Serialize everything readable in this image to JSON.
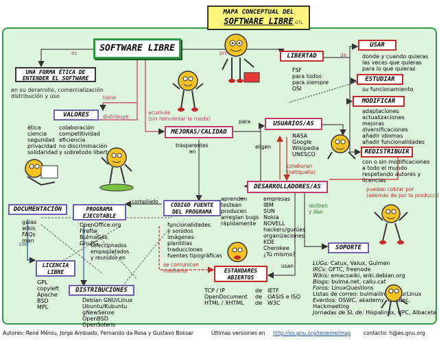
{
  "title": {
    "line1": "MAPA CONCEPTUAL DEL",
    "line2": "SOFTWARE LIBRE",
    "badge": "GTL"
  },
  "nodes": {
    "software_libre": "SOFTWARE LIBRE",
    "forma_etica": [
      "UNA FORMA ÉTICA DE",
      "ENTENDER EL SOFTWARE"
    ],
    "valores": "VALORES",
    "libertad": "LIBERTAD",
    "usar": "USAR",
    "estudiar": "ESTUDIAR",
    "modificar": "MODIFICAR",
    "redistribuir": "REDISTRIBUIR",
    "mejoras": "MEJORAS/CALIDAD",
    "usuarios": "USUARIOS/AS",
    "desarrolladores": "DESARROLLADORES/AS",
    "documentacion": "DOCUMENTACIÓN",
    "programa": [
      "PROGRAMA",
      "EJECUTABLE"
    ],
    "codigo": [
      "CÓDIGO FUENTE",
      "DEL PROGRAMA"
    ],
    "licencia": [
      "LICENCIA",
      "LIBRE"
    ],
    "distribuciones": "DISTRIBUCIONES",
    "estandares": [
      "ESTÁNDARES",
      "ABIERTOS"
    ],
    "soporte": "SOPORTE"
  },
  "link_labels": {
    "es": "es",
    "provee": "provee",
    "de": "de",
    "tiene": "tiene",
    "distribuye": "distribuye",
    "acumula": [
      "acumula",
      "(sin reinventar la rueda)"
    ],
    "para": "para",
    "elligen": "eligen",
    "trasparentes": [
      "trasparentes",
      "en"
    ],
    "compilado": "compilado",
    "colaboran": [
      "colaboran",
      "(netiqueta)"
    ],
    "pueden_cobrar": [
      "pueden cobrar por",
      "(además de por la producción)"
    ],
    "reciben": [
      "reciben",
      "y dan"
    ],
    "con": "con",
    "seleccionados": [
      "seleccionados",
      "empaquetados",
      "y reunidos en"
    ],
    "se_comunican": [
      "se comunican",
      "mediante"
    ],
    "usan": "usan"
  },
  "texts": {
    "forma_etica_desc": [
      "en su derarrollo, comercialización",
      "distribución y uso"
    ],
    "valores_left": [
      "ética",
      "ciencia",
      "seguridad",
      "privacidad",
      "solidaridad"
    ],
    "valores_right": [
      "colaboración",
      "competitividad",
      "eficiencia",
      "no discriminación",
      "y sobretodo libertad"
    ],
    "libertad_fsf": [
      "FSF",
      "para todos",
      "para siempre",
      "OSI"
    ],
    "usar_desc": [
      "donde y cuando quieras",
      "las veces que quieras",
      "para lo que quieras"
    ],
    "estudiar_desc": [
      "su funcionamiento"
    ],
    "modificar_desc": [
      "adaptaciones",
      "actualizaciones",
      "mejoras",
      "diversificaciones",
      "añadir idiomas",
      "añadir funcionalidades"
    ],
    "redistribuir_desc": [
      "con o sin modificaciones",
      "a todo el mundo",
      "respetando autores y licencias"
    ],
    "usuarios_desc": [
      "NASA",
      "Google",
      "Wikipedia",
      "UNESCO"
    ],
    "dev_left": [
      "aprenden",
      "testean",
      "producen",
      "arreglan bugs",
      "rápidamente"
    ],
    "dev_right": [
      "empresas",
      "IBM",
      "SUN",
      "Nokia",
      "NOVELL",
      "hackers/gurúes",
      "organizaciones",
      "KDE",
      "Cherokee",
      "¿Tú mismo?"
    ],
    "documentacion_desc": [
      "guías",
      "wikis",
      "FAQs",
      "man"
    ],
    "programa_desc": [
      "OpenOffice.org",
      "Firefox",
      "BulmaGés",
      "GnuPG"
    ],
    "codigo_desc": [
      "funcionalidades",
      "y sonidos",
      "imágenes",
      "plantillas",
      "traducciones",
      "fuentes tipográficas"
    ],
    "licencia_desc": [
      "GPL",
      "copyleft",
      "Apache",
      "BSD",
      "MPL"
    ],
    "distribuciones_desc": [
      "Debian GNU/Linux",
      "Ubuntu/Kubuntu",
      "gNewSense",
      "OpenBSD",
      "OpenSolaris"
    ],
    "estandares_left": [
      "TCP / IP",
      "OpenDocument",
      "HTML / XHTML"
    ],
    "estandares_mid": [
      "de",
      "de",
      "de"
    ],
    "estandares_right": [
      "IETF",
      "OASIS e ISO",
      "W3C"
    ],
    "soporte_rows": [
      {
        "k": "LUGs:",
        "v": "Catux, Valux, Gulmen"
      },
      {
        "k": "IRCs:",
        "v": "OFTC, freenode"
      },
      {
        "k": "Wikis:",
        "v": "emacswiki, wiki.debian.org"
      },
      {
        "k": "Blogs:",
        "v": "bulma.net, caliu.cat"
      },
      {
        "k": "Foros:",
        "v": "LinuxQuestions"
      },
      {
        "k": "",
        "v": "Listas de correo: bulmailing, AsturLinux"
      },
      {
        "k": "Eventos:",
        "v": "OSWC, akademy, Guadec, Hackmeeting"
      },
      {
        "k": "Jornadas de SL de:",
        "v": "Hispalinux, UPC, Albacete"
      }
    ]
  },
  "footer": {
    "authors": "Autores: René Mérou, Jorge Ambiado, Fernando da Rosa y Gustavo Boksar",
    "versions": "Últimas versiones en",
    "url": "http://es.gnu.org/reneme/map",
    "contact": "contacto: h@es.gnu.org"
  },
  "colors": {
    "frame": "#2f9a44",
    "background": "#dff4dd",
    "title_bg": "#fbf57b",
    "node_yellow": "#fbf57b"
  }
}
